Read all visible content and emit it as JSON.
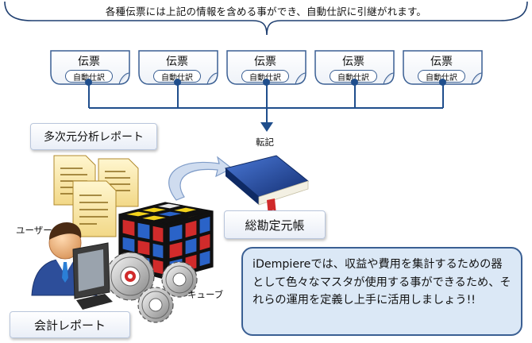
{
  "header_note": "各種伝票には上記の情報を含める事ができ、自動仕訳に引継がれます。",
  "slips": [
    {
      "title": "伝票",
      "tag": "自動仕訳"
    },
    {
      "title": "伝票",
      "tag": "自動仕訳"
    },
    {
      "title": "伝票",
      "tag": "自動仕訳"
    },
    {
      "title": "伝票",
      "tag": "自動仕訳"
    },
    {
      "title": "伝票",
      "tag": "自動仕訳"
    }
  ],
  "posting_label": "転記",
  "labels": {
    "multidim_report": "多次元分析レポート",
    "general_ledger": "総勘定元帳",
    "user": "ユーザー",
    "cube": "キューブ",
    "accounting_report": "会計レポート"
  },
  "info_text": "iDempiereでは、収益や費用を集計するための器として色々なマスタが使用する事ができるため、それらの運用を定義し上手に活用しましょう!!",
  "colors": {
    "slip_border": "#3a5f93",
    "connector": "#1f4e8c",
    "info_fill": "#dbe8f6",
    "book_blue": "#1e3f8f"
  }
}
